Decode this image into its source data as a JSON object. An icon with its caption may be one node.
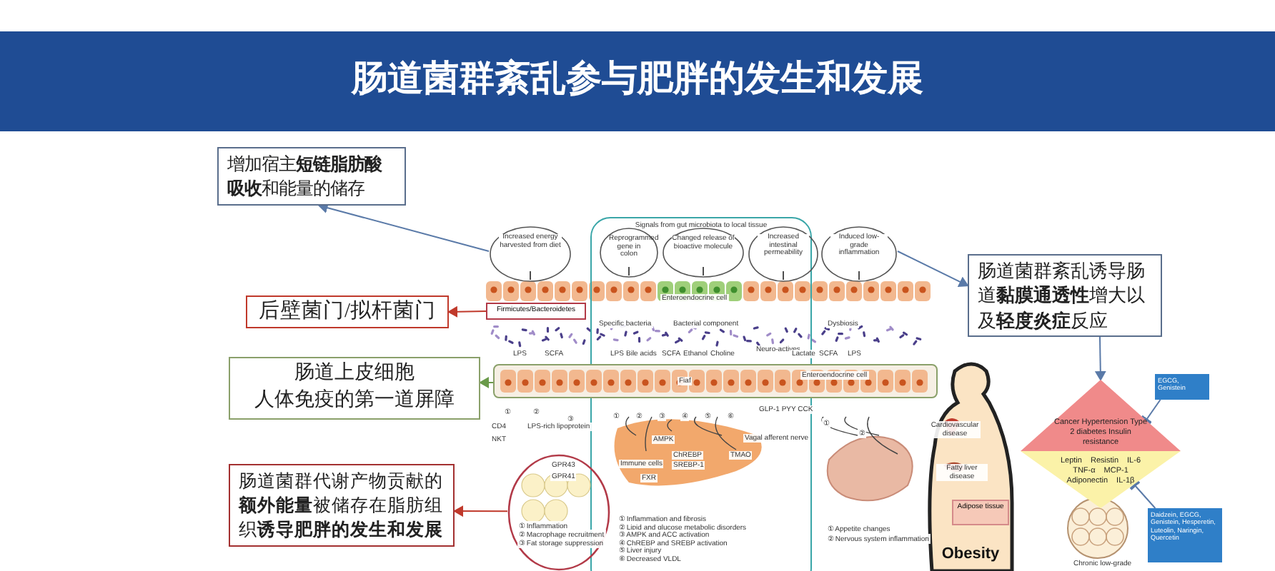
{
  "diagram": {
    "title": "肠道菌群紊乱参与肥胖的发生和发展",
    "nodes": [
      {
        "text": [
          "增加宿主**短链脂肪酸吸收**和能量的储存"
        ]
      },
      {
        "text": [
          "后壁菌门/拟杆菌门"
        ]
      },
      {
        "text": [
          "肠道上皮细胞",
          "人体免疫的第一道屏障"
        ]
      },
      {
        "text": [
          "肠道菌群代谢产物贡献的**额外能量**被储存在脂肪组织**诱导肥胖的发生和发展**"
        ]
      },
      {
        "text": [
          "肠道菌群紊乱诱导肠道**黏膜通透性**增大以及**轻度炎症**反应"
        ]
      },
      {
        "text": [
          "Signals from gut microbiota to local tissue"
        ]
      },
      {
        "text": [
          "Increased energy harvested from diet"
        ]
      },
      {
        "text": [
          "Reprogrammed gene in colon"
        ],
        "in": 5
      },
      {
        "text": [
          "Changed release of bioactive molecule"
        ],
        "in": 5
      },
      {
        "text": [
          "Increased intestinal permeability"
        ]
      },
      {
        "text": [
          "Induced low-grade inflammation"
        ]
      },
      {
        "text": [
          "Firmicutes/Bacteroidetes"
        ]
      },
      {
        "text": [],
        "shape": "bar"
      },
      {
        "text": [],
        "shape": "circle"
      },
      {
        "text": [
          "Obesity"
        ]
      },
      {
        "text": [
          "Adipose tissue"
        ],
        "in": 14
      },
      {
        "text": [
          "EGCG, Genistein"
        ]
      },
      {
        "text": [
          "Daidzein, EGCG, Genistein, Hesperetin, Luteolin, Naringin, Quercetin"
        ]
      },
      {
        "text": [
          "Cancer Hypertension Type 2 diabetes Insulin resistance"
        ]
      },
      {
        "text": [
          "Leptin",
          "Resistin",
          "IL-6",
          "TNF-α",
          "MCP-1",
          "Adiponectin",
          "IL-1β"
        ]
      }
    ],
    "edges": [
      {
        "from": 6,
        "to": 0,
        "arrow": "to"
      },
      {
        "from": 11,
        "to": 1,
        "arrow": "to",
        "color": "#c0392b"
      },
      {
        "from": 12,
        "to": 2,
        "arrow": "to",
        "color": "#6a9a4a"
      },
      {
        "from": 13,
        "to": 3,
        "arrow": "to",
        "color": "#c0392b"
      },
      {
        "from": 10,
        "to": 4,
        "arrow": "to"
      },
      {
        "from": 4,
        "to": 18,
        "arrow": "to"
      },
      {
        "from": 16,
        "to": 18,
        "arrow": "other"
      },
      {
        "from": 17,
        "to": 19,
        "arrow": "other"
      }
    ],
    "labels": [
      "Enteroendocrine cell",
      "Specific bacteria",
      "Bacterial component",
      "Dysbiosis",
      "LPS",
      "SCFA",
      "LPS",
      "Bile acids",
      "SCFA",
      "Ethanol",
      "Choline",
      "Neuro-actives",
      "Lactate",
      "SCFA",
      "LPS",
      "Fiaf",
      "Enteroendocrine cell",
      "GLP-1 PYY CCK",
      "①",
      "②",
      "③",
      "①",
      "②",
      "③",
      "④",
      "⑤",
      "⑥",
      "①",
      "②",
      "CD4",
      "NKT",
      "LPS-rich lipoprotein",
      "GPR43",
      "GPR41",
      "AMPK",
      "ChREBP",
      "SREBP-1",
      "TMAO",
      "Immune cells",
      "FXR",
      "Vagal afferent nerve",
      "① Inflammation",
      "② Macrophage recruitment",
      "③ Fat storage suppression",
      "① Inflammation and fibrosis",
      "② Lipid and glucose metabolic disorders",
      "③ AMPK and ACC activation",
      "④ ChREBP and SREBP activation",
      "⑤ Liver injury",
      "⑥ Decreased VLDL",
      "① Appetite changes",
      "② Nervous system inflammation",
      "Cardiovascular disease",
      "Fatty liver disease",
      "Chronic low-grade"
    ]
  }
}
